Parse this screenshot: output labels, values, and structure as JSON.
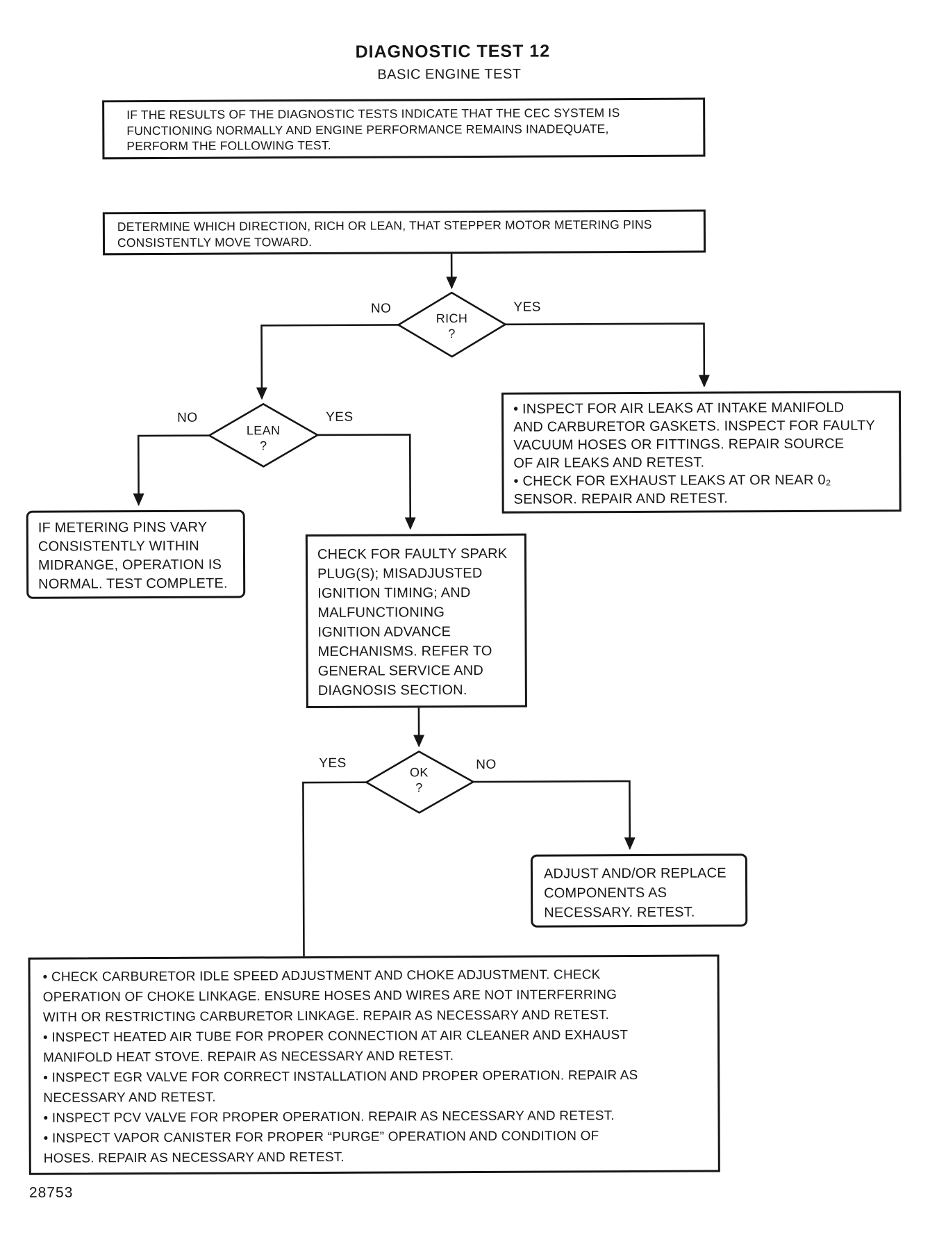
{
  "header": {
    "title": "DIAGNOSTIC TEST 12",
    "subtitle": "BASIC ENGINE TEST"
  },
  "nodes": {
    "intro": {
      "text": "IF THE RESULTS OF THE DIAGNOSTIC TESTS INDICATE THAT THE CEC SYSTEM IS\nFUNCTIONING NORMALLY AND ENGINE PERFORMANCE REMAINS INADEQUATE,\nPERFORM THE FOLLOWING TEST."
    },
    "determine": {
      "text": "DETERMINE WHICH DIRECTION, RICH OR LEAN, THAT STEPPER MOTOR METERING PINS\nCONSISTENTLY MOVE TOWARD."
    },
    "air_leaks": {
      "bullets": [
        "• INSPECT FOR AIR LEAKS AT INTAKE MANIFOLD\nAND CARBURETOR GASKETS. INSPECT FOR FAULTY\nVACUUM HOSES OR FITTINGS. REPAIR SOURCE\nOF AIR LEAKS AND RETEST.",
        "• CHECK FOR EXHAUST LEAKS AT OR NEAR 0₂\nSENSOR. REPAIR AND RETEST."
      ]
    },
    "normal": {
      "text": "IF METERING PINS VARY\nCONSISTENTLY WITHIN\nMIDRANGE, OPERATION IS\nNORMAL. TEST COMPLETE."
    },
    "spark": {
      "text": "CHECK FOR FAULTY SPARK\nPLUG(S); MISADJUSTED\nIGNITION TIMING; AND\nMALFUNCTIONING\nIGNITION ADVANCE\nMECHANISMS. REFER TO\nGENERAL SERVICE AND\nDIAGNOSIS SECTION."
    },
    "adjust": {
      "text": "ADJUST AND/OR REPLACE\nCOMPONENTS AS\nNECESSARY. RETEST."
    },
    "final_checks": {
      "bullets": [
        "• CHECK CARBURETOR IDLE SPEED ADJUSTMENT AND CHOKE ADJUSTMENT. CHECK\nOPERATION OF CHOKE LINKAGE. ENSURE HOSES AND WIRES ARE NOT INTERFERRING\nWITH OR RESTRICTING CARBURETOR LINKAGE. REPAIR AS NECESSARY AND RETEST.",
        "• INSPECT HEATED AIR TUBE FOR PROPER CONNECTION AT AIR CLEANER AND EXHAUST\nMANIFOLD HEAT STOVE. REPAIR AS NECESSARY AND RETEST.",
        "• INSPECT EGR VALVE FOR CORRECT INSTALLATION AND PROPER OPERATION. REPAIR AS\nNECESSARY AND RETEST.",
        "• INSPECT PCV VALVE FOR PROPER OPERATION. REPAIR AS NECESSARY AND RETEST.",
        "• INSPECT VAPOR CANISTER FOR PROPER “PURGE” OPERATION AND CONDITION OF\nHOSES. REPAIR AS NECESSARY AND RETEST."
      ]
    }
  },
  "decisions": {
    "rich": {
      "label": "RICH",
      "question": "?",
      "no_label": "NO",
      "yes_label": "YES"
    },
    "lean": {
      "label": "LEAN",
      "question": "?",
      "no_label": "NO",
      "yes_label": "YES"
    },
    "ok": {
      "label": "OK",
      "question": "?",
      "yes_label": "YES",
      "no_label": "NO"
    }
  },
  "footer": {
    "figure_number": "28753"
  },
  "colors": {
    "ink": "#161616",
    "paper": "#ffffff"
  }
}
